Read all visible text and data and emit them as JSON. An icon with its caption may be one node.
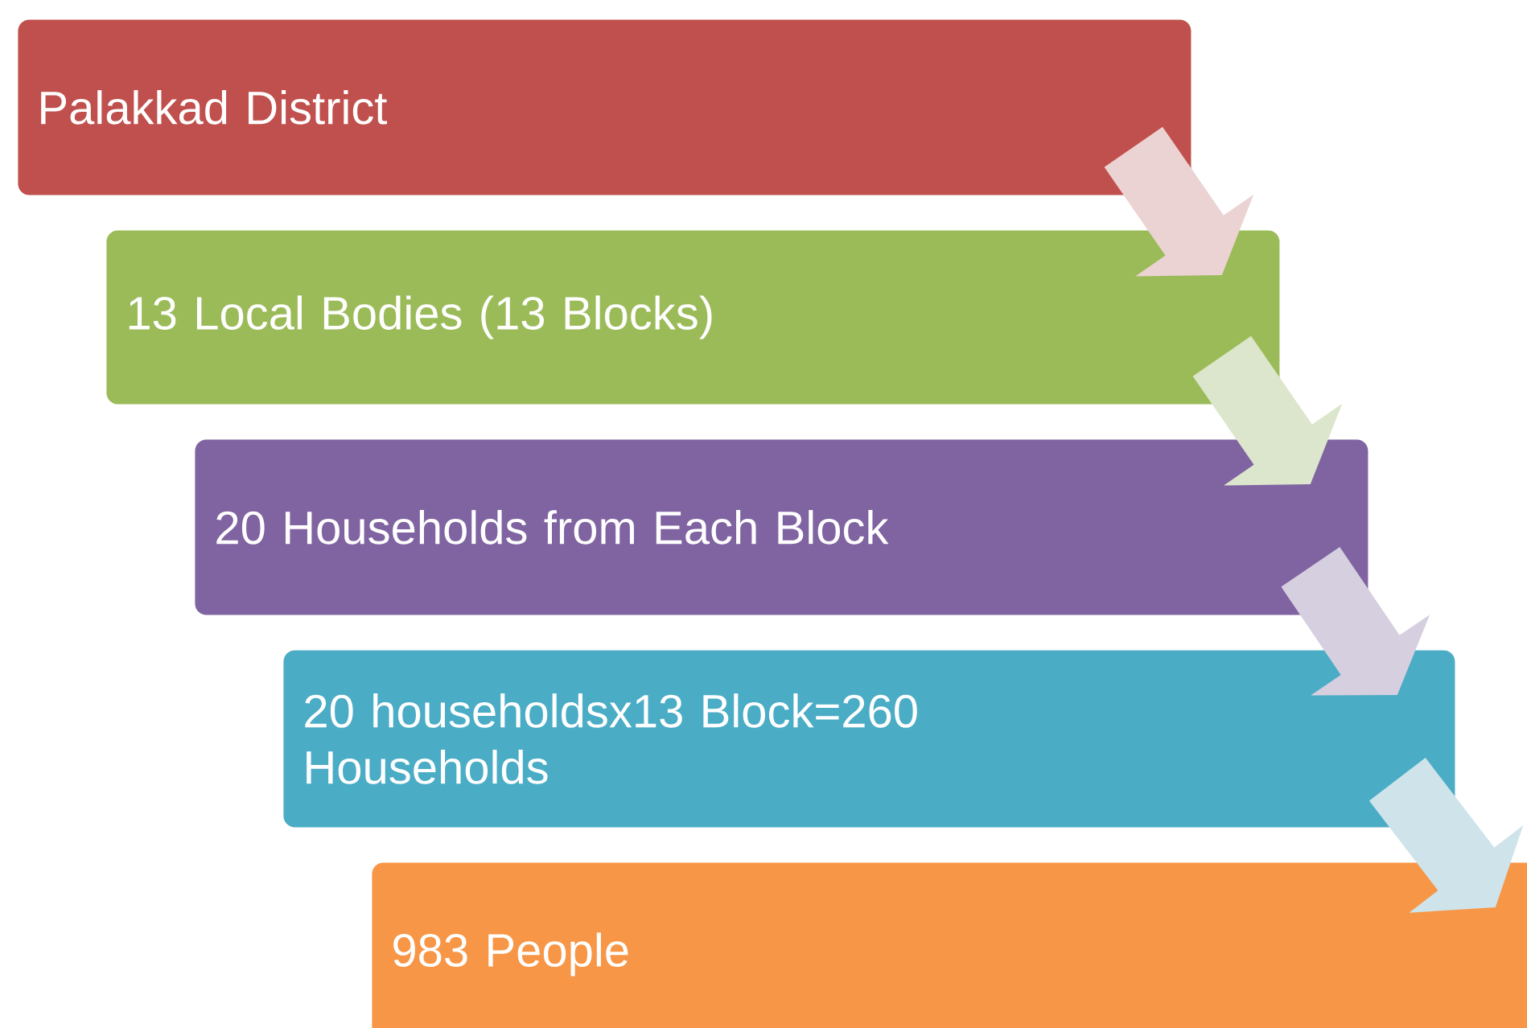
{
  "diagram": {
    "nodes": [
      {
        "text": [
          "Palakkad District"
        ]
      },
      {
        "text": [
          "13 Local Bodies (13 Blocks)"
        ]
      },
      {
        "text": [
          "20 Households from Each Block"
        ]
      },
      {
        "text": [
          "20 householdsx13 Block=260 Households"
        ]
      },
      {
        "text": [
          "983 People"
        ]
      }
    ],
    "edges": [
      {
        "from": 0,
        "to": 1,
        "arrow": "to"
      },
      {
        "from": 1,
        "to": 2,
        "arrow": "to"
      },
      {
        "from": 2,
        "to": 3,
        "arrow": "to"
      },
      {
        "from": 3,
        "to": 4,
        "arrow": "to"
      }
    ]
  }
}
